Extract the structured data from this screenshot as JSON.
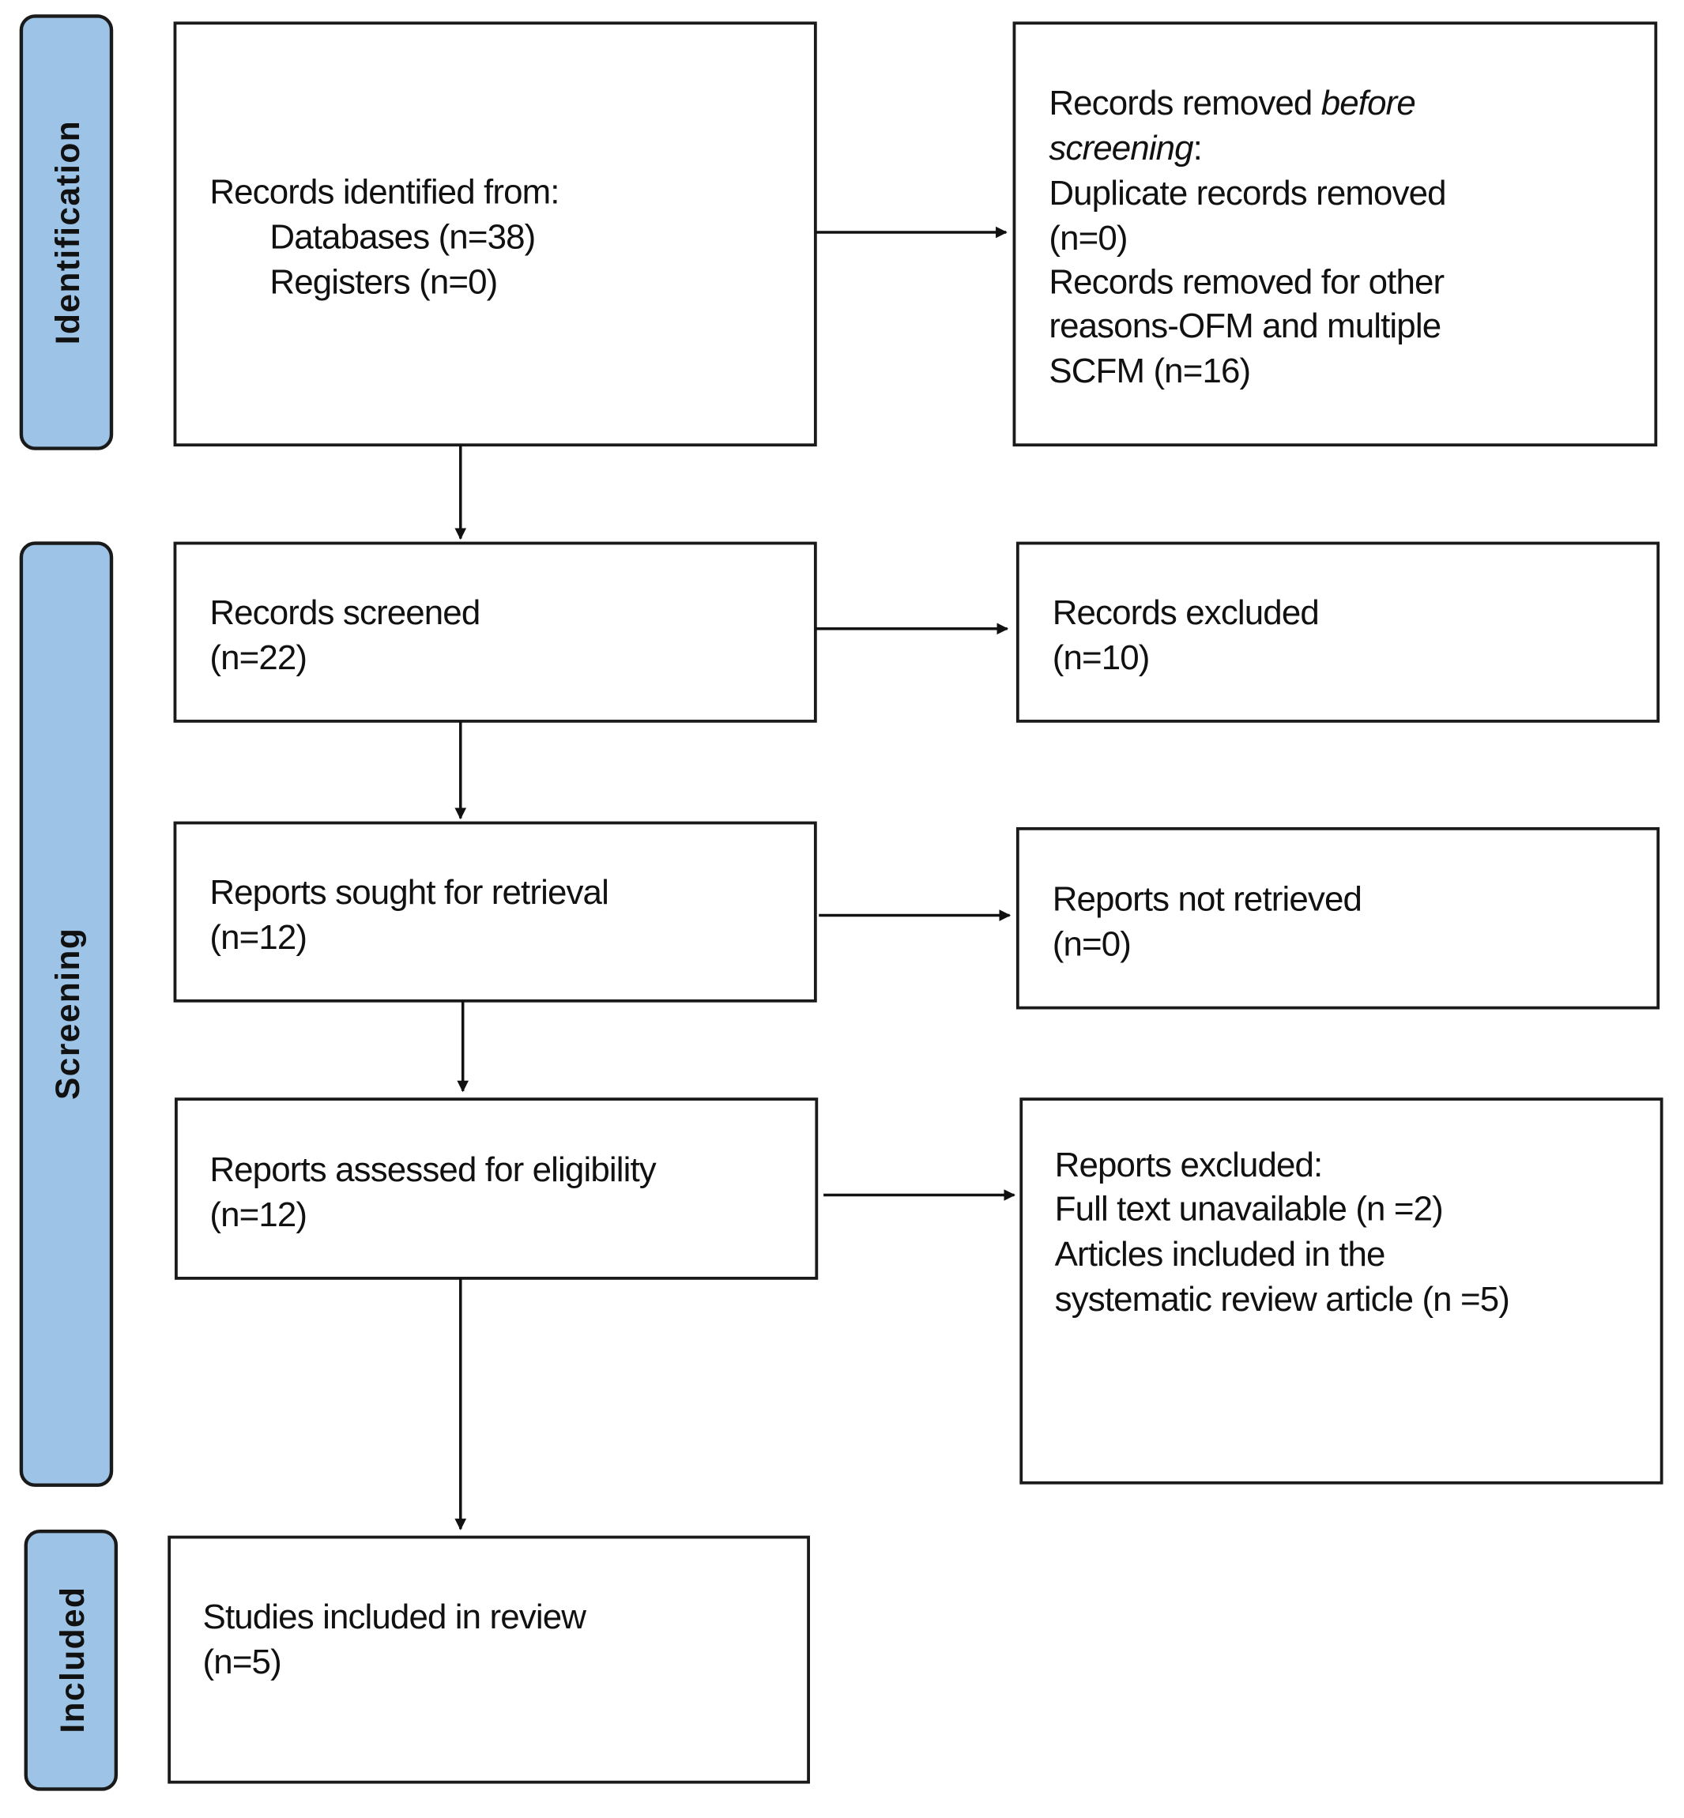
{
  "colors": {
    "phase_fill": "#9dc3e6",
    "stroke": "#1a1a1a",
    "box_fill": "#ffffff"
  },
  "phases": {
    "identification": "Identification",
    "screening": "Screening",
    "included": "Included"
  },
  "boxes": {
    "identified": {
      "line1": "Records identified from:",
      "line2": "Databases (n=38)",
      "line3": "Registers (n=0)"
    },
    "removed_before": {
      "line1_a": "Records removed ",
      "line1_b": "before",
      "line2_a": "screening",
      "line2_b": ":",
      "line3": "Duplicate records removed",
      "line4": "(n=0)",
      "line5": "Records removed for other",
      "line6": "reasons-OFM and multiple",
      "line7": "SCFM (n=16)"
    },
    "screened": {
      "line1": "Records screened",
      "line2": "(n=22)"
    },
    "excluded": {
      "line1": "Records excluded",
      "line2": "(n=10)"
    },
    "sought": {
      "line1": "Reports sought for retrieval",
      "line2": "(n=12)"
    },
    "not_retrieved": {
      "line1": "Reports not retrieved",
      "line2": "(n=0)"
    },
    "assessed": {
      "line1": "Reports assessed for eligibility",
      "line2": "(n=12)"
    },
    "reports_excluded": {
      "line1": "Reports excluded:",
      "line2": "Full text unavailable (n =2)",
      "line3": "Articles included in the",
      "line4": "systematic review article (n =5)"
    },
    "included": {
      "line1": "Studies included in review",
      "line2": "(n=5)"
    }
  }
}
